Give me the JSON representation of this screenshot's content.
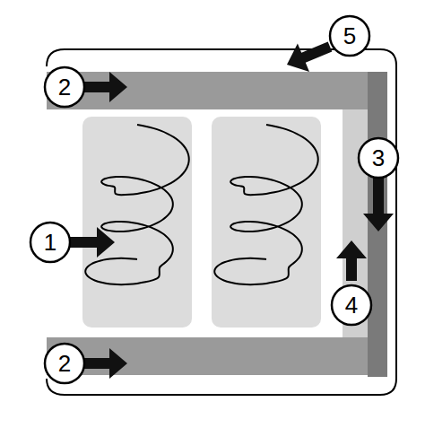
{
  "diagram": {
    "labels": [
      "5",
      "2",
      "3",
      "1",
      "4",
      "2"
    ]
  }
}
